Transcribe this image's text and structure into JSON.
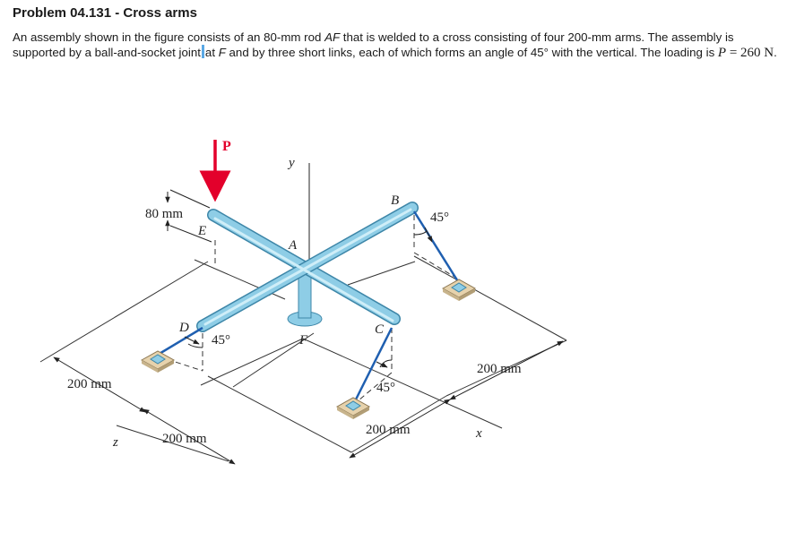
{
  "problem": {
    "title": "Problem 04.131 - Cross arms",
    "text_1": "An assembly shown in the figure consists of an 80-mm rod ",
    "rod": "AF",
    "text_2": " that is welded to a cross consisting of four 200-mm arms. The assembly is supported by a ball-and-socket joint",
    "text_3": "at ",
    "joint": "F",
    "text_4": " and by three short links, each of which forms an angle of 45° with the vertical. The loading is ",
    "load_symbol": "P",
    "load_eq": " = 260 N",
    "text_end": "."
  },
  "figure": {
    "labels": {
      "P": "P",
      "y": "y",
      "B": "B",
      "A": "A",
      "E": "E",
      "D": "D",
      "F": "F",
      "C": "C",
      "x": "x",
      "z": "z",
      "dim_80": "80 mm",
      "dim_200_left": "200 mm",
      "dim_200_bottom_left": "200 mm",
      "dim_200_bottom_right": "200 mm",
      "dim_200_right": "200 mm",
      "angle_B": "45°",
      "angle_D": "45°",
      "angle_C": "45°"
    },
    "colors": {
      "rod": "#8ecde6",
      "rod_edge": "#3d86a8",
      "link": "#1f5fb0",
      "load": "#e3002b",
      "support": "#e6d2ac"
    }
  }
}
